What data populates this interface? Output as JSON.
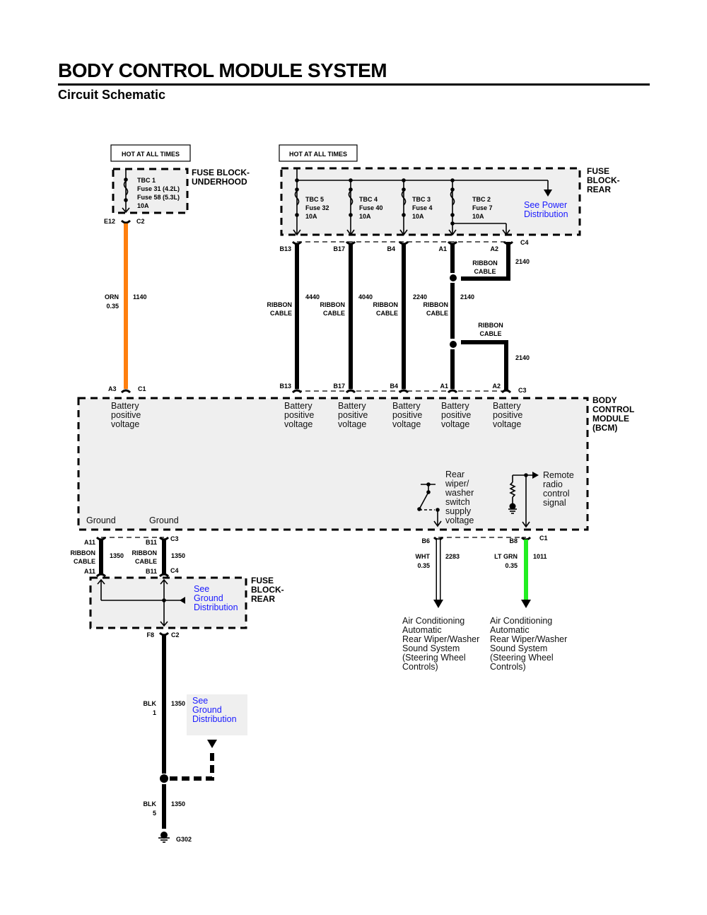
{
  "header": {
    "title": "BODY CONTROL MODULE SYSTEM",
    "subtitle": "Circuit Schematic"
  },
  "power_sources": [
    {
      "label": "HOT AT ALL TIMES"
    },
    {
      "label": "HOT AT ALL TIMES"
    }
  ],
  "fuse_block_underhood": {
    "name_line1": "FUSE BLOCK-",
    "name_line2": "UNDERHOOD",
    "fuse_lines": [
      "TBC 1",
      "Fuse 31 (4.2L)",
      "Fuse 58 (5.3L)",
      "10A"
    ],
    "connector_left": "E12",
    "connector_right": "C2"
  },
  "fuse_block_rear_top": {
    "name_lines": [
      "FUSE",
      "BLOCK-",
      "REAR"
    ],
    "fuses": [
      {
        "lines": [
          "TBC 5",
          "Fuse 32",
          "10A"
        ]
      },
      {
        "lines": [
          "TBC 4",
          "Fuse 40",
          "10A"
        ]
      },
      {
        "lines": [
          "TBC 3",
          "Fuse 4",
          "10A"
        ]
      },
      {
        "lines": [
          "TBC 2",
          "Fuse 7",
          "10A"
        ]
      }
    ],
    "link_line1": "See Power",
    "link_line2": "Distribution",
    "connector": "C4",
    "pins": [
      "B13",
      "B17",
      "B4",
      "A1",
      "A2"
    ]
  },
  "wires_top": {
    "orn": {
      "color_name": "ORN",
      "gauge": "0.35",
      "circuit": "1140",
      "hex": "#ff7f0e"
    },
    "ribbon_label_1": "RIBBON",
    "ribbon_label_2": "CABLE",
    "circuits": [
      "4440",
      "4040",
      "2240",
      "2140",
      "2140",
      "2140"
    ]
  },
  "bcm": {
    "name_lines": [
      "BODY",
      "CONTROL",
      "MODULE",
      "(BCM)"
    ],
    "connector_top_left_pin": "A3",
    "connector_top_left": "C1",
    "connector_top_right": "C3",
    "top_pins": [
      "B13",
      "B17",
      "B4",
      "A1",
      "A2"
    ],
    "battery_label": [
      "Battery",
      "positive",
      "voltage"
    ],
    "switch_label": [
      "Rear",
      "wiper/",
      "washer",
      "switch",
      "supply",
      "voltage"
    ],
    "radio_label": [
      "Remote",
      "radio",
      "control",
      "signal"
    ],
    "ground_labels": [
      "Ground",
      "Ground"
    ],
    "bottom_connector_left": "C3",
    "bottom_connector_right": "C1",
    "bottom_pins": [
      "A11",
      "B11",
      "B6",
      "B8"
    ]
  },
  "ground_ribbon": {
    "pins_top": [
      "A11",
      "B11"
    ],
    "pins_bottom": [
      "A11",
      "B11"
    ],
    "connector_top": "C3",
    "connector_bottom": "C4",
    "circuit": "1350"
  },
  "fuse_block_rear_bottom": {
    "name_lines": [
      "FUSE",
      "BLOCK-",
      "REAR"
    ],
    "link_lines": [
      "See",
      "Ground",
      "Distribution"
    ],
    "out_pin": "F8",
    "out_connector": "C2"
  },
  "output_wires": [
    {
      "pin": "B6",
      "color_name": "WHT",
      "gauge": "0.35",
      "circuit": "2283",
      "hex": "#ffffff",
      "destinations": [
        "Air Conditioning",
        "Automatic",
        "Rear Wiper/Washer",
        "Sound System",
        "(Steering Wheel",
        "Controls)"
      ]
    },
    {
      "pin": "B8",
      "color_name": "LT GRN",
      "gauge": "0.35",
      "circuit": "1011",
      "hex": "#22ee22",
      "destinations": [
        "Air Conditioning",
        "Automatic",
        "Rear Wiper/Washer",
        "Sound System",
        "(Steering Wheel",
        "Controls)"
      ]
    }
  ],
  "ground_path": {
    "wire1": {
      "color_name": "BLK",
      "gauge": "1",
      "circuit": "1350"
    },
    "wire2": {
      "color_name": "BLK",
      "gauge": "5",
      "circuit": "1350"
    },
    "link_lines": [
      "See",
      "Ground",
      "Distribution"
    ],
    "ground_point": "G302"
  }
}
